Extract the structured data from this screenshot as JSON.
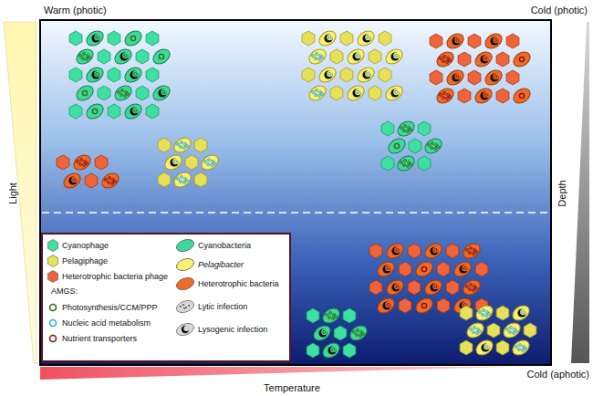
{
  "diagram": {
    "labels": [
      "Warm (photic)",
      "Cold (photic)",
      "Light",
      "Depth",
      "Temperature",
      "Cold (aphotic)",
      "AMGS:"
    ],
    "legend": [
      {
        "text": "Cyanophage",
        "color": "#3ee0a2"
      },
      {
        "text": "Pelagiphage",
        "color": "#e6e05a"
      },
      {
        "text": "Heterotrophic bacteria phage",
        "color": "#f0643c"
      },
      {
        "text": "Photosynthesis/CCM/PPP"
      },
      {
        "text": "Nucleic acid metabolism"
      },
      {
        "text": "Nutrient transporters"
      },
      {
        "text": "Cyanobacteria",
        "color": "#40d89a"
      },
      {
        "text": "Pelagibacter",
        "color": "#f8f070"
      },
      {
        "text": "Heterotrophic bacteria",
        "color": "#ee6a2a"
      },
      {
        "text": "Lytic infection"
      },
      {
        "text": "Lysogenic infection"
      }
    ]
  }
}
